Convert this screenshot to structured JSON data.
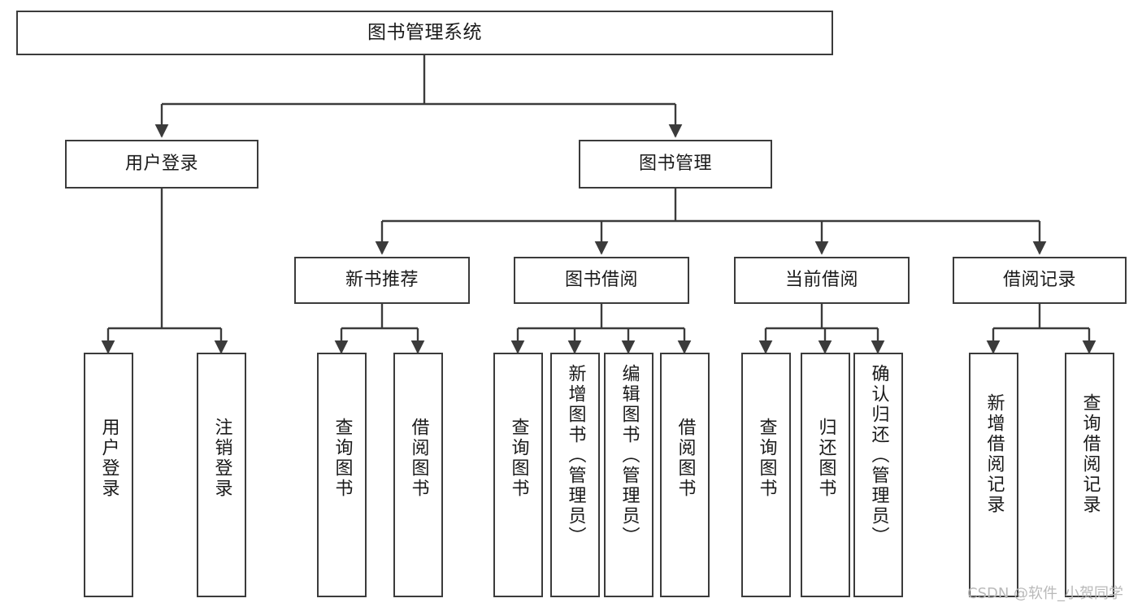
{
  "diagram": {
    "title": "图书管理系统",
    "type": "tree-hierarchy-chart",
    "watermark": "CSDN @软件_小贺同学",
    "line_color": "#3b3b3b",
    "box_fill": "#ffffff",
    "text_color": "#1a1a1a",
    "watermark_color": "#b9b9b9"
  },
  "nodes": {
    "root": {
      "label": "图书管理系统"
    },
    "level2": [
      {
        "label": "用户登录"
      },
      {
        "label": "图书管理"
      }
    ],
    "level3": [
      {
        "label": "新书推荐"
      },
      {
        "label": "图书借阅"
      },
      {
        "label": "当前借阅"
      },
      {
        "label": "借阅记录"
      }
    ],
    "leaves": [
      {
        "label": "用户登录"
      },
      {
        "label": "注销登录"
      },
      {
        "label": "查询图书"
      },
      {
        "label": "借阅图书"
      },
      {
        "label": "查询图书"
      },
      {
        "label": "新增图书（管理员）"
      },
      {
        "label": "编辑图书（管理员）"
      },
      {
        "label": "借阅图书"
      },
      {
        "label": "查询图书"
      },
      {
        "label": "归还图书"
      },
      {
        "label": "确认归还（管理员）"
      },
      {
        "label": "新增借阅记录"
      },
      {
        "label": "查询借阅记录"
      }
    ]
  }
}
